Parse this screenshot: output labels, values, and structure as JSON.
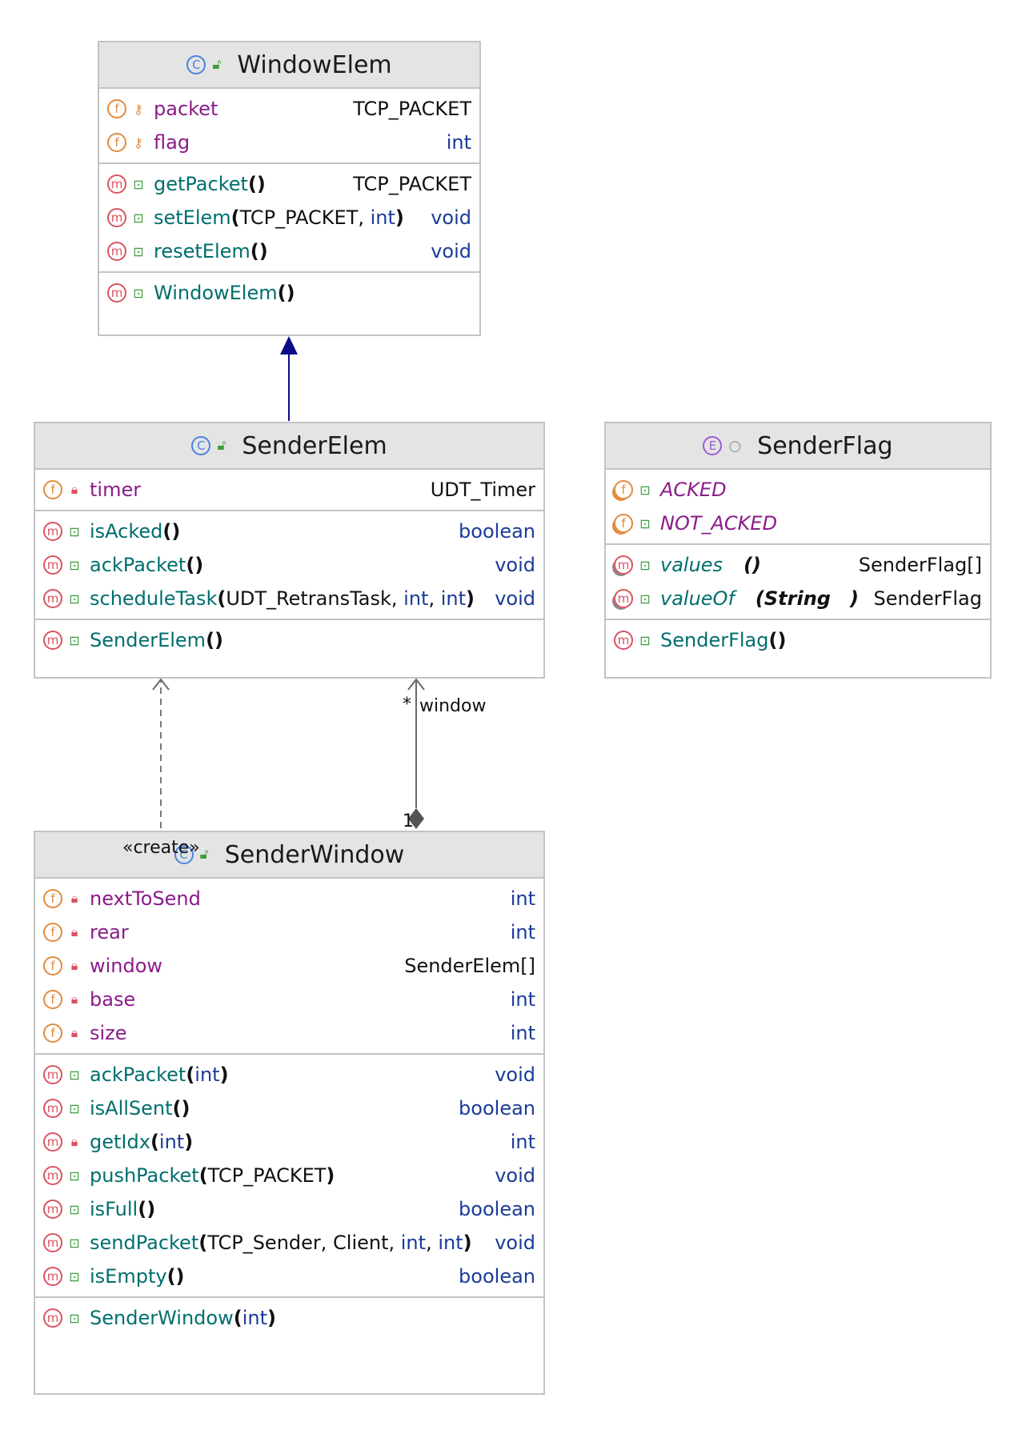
{
  "colors": {
    "field": "#8a1b8a",
    "method": "#006e6e",
    "keyword": "#1b3b9a",
    "header_bg": "#e4e4e4",
    "border": "#c3c3c3",
    "arrow": "#0b0b8a"
  },
  "classes": {
    "window_elem": {
      "name": "WindowElem",
      "kind": "C",
      "fields": [
        {
          "name": "packet",
          "type": "TCP_PACKET"
        },
        {
          "name": "flag",
          "type": "int"
        }
      ],
      "methods": [
        {
          "name": "getPacket",
          "open": "(",
          "close": ")",
          "type": "TCP_PACKET"
        },
        {
          "name": "setElem",
          "open": "(",
          "p1": "TCP_PACKET, ",
          "p2": "int",
          "close": ")",
          "type": "void"
        },
        {
          "name": "resetElem",
          "open": "(",
          "close": ")",
          "type": "void"
        }
      ],
      "ctor": {
        "name": "WindowElem",
        "sig": "()"
      }
    },
    "sender_elem": {
      "name": "SenderElem",
      "kind": "C",
      "fields": [
        {
          "name": "timer",
          "type": "UDT_Timer"
        }
      ],
      "methods": [
        {
          "name": "isAcked",
          "sig": "()",
          "type": "boolean"
        },
        {
          "name": "ackPacket",
          "sig": "()",
          "type": "void"
        },
        {
          "name": "scheduleTask",
          "open": "(",
          "p1": "UDT_RetransTask, ",
          "p2": "int",
          "sep": ", ",
          "p3": "int",
          "close": ")",
          "type": "void"
        }
      ],
      "ctor": {
        "name": "SenderElem",
        "sig": "()"
      }
    },
    "sender_flag": {
      "name": "SenderFlag",
      "kind": "E",
      "constants": [
        {
          "name": "ACKED"
        },
        {
          "name": "NOT_ACKED"
        }
      ],
      "methods": [
        {
          "name": "values",
          "sig": "()",
          "type": "SenderFlag[]"
        },
        {
          "name": "valueOf",
          "sig_open": "(String",
          "sig_close": ")",
          "type": "SenderFlag"
        }
      ],
      "ctor": {
        "name": "SenderFlag",
        "sig": "()"
      }
    },
    "sender_window": {
      "name": "SenderWindow",
      "kind": "C",
      "fields": [
        {
          "name": "nextToSend",
          "type": "int"
        },
        {
          "name": "rear",
          "type": "int"
        },
        {
          "name": "window",
          "type": "SenderElem[]"
        },
        {
          "name": "base",
          "type": "int"
        },
        {
          "name": "size",
          "type": "int"
        }
      ],
      "methods": [
        {
          "name": "ackPacket",
          "open": "(",
          "p1": "int",
          "close": ")",
          "type": "void"
        },
        {
          "name": "isAllSent",
          "sig": "()",
          "type": "boolean"
        },
        {
          "name": "getIdx",
          "open": "(",
          "p1": "int",
          "close": ")",
          "type": "int"
        },
        {
          "name": "pushPacket",
          "open": "(",
          "p1": "TCP_PACKET",
          "close": ")",
          "type": "void"
        },
        {
          "name": "isFull",
          "sig": "()",
          "type": "boolean"
        },
        {
          "name": "sendPacket",
          "open": "(",
          "p1": "TCP_Sender, Client, ",
          "p2": "int",
          "sep": ", ",
          "p3": "int",
          "close": ")",
          "type": "void"
        },
        {
          "name": "isEmpty",
          "sig": "()",
          "type": "boolean"
        }
      ],
      "ctor": {
        "name": "SenderWindow",
        "open": "(",
        "p1": "int",
        "close": ")"
      }
    }
  },
  "edges": {
    "create_label": "«create»",
    "assoc_star": "*",
    "assoc_name": "window",
    "assoc_one": "1"
  }
}
